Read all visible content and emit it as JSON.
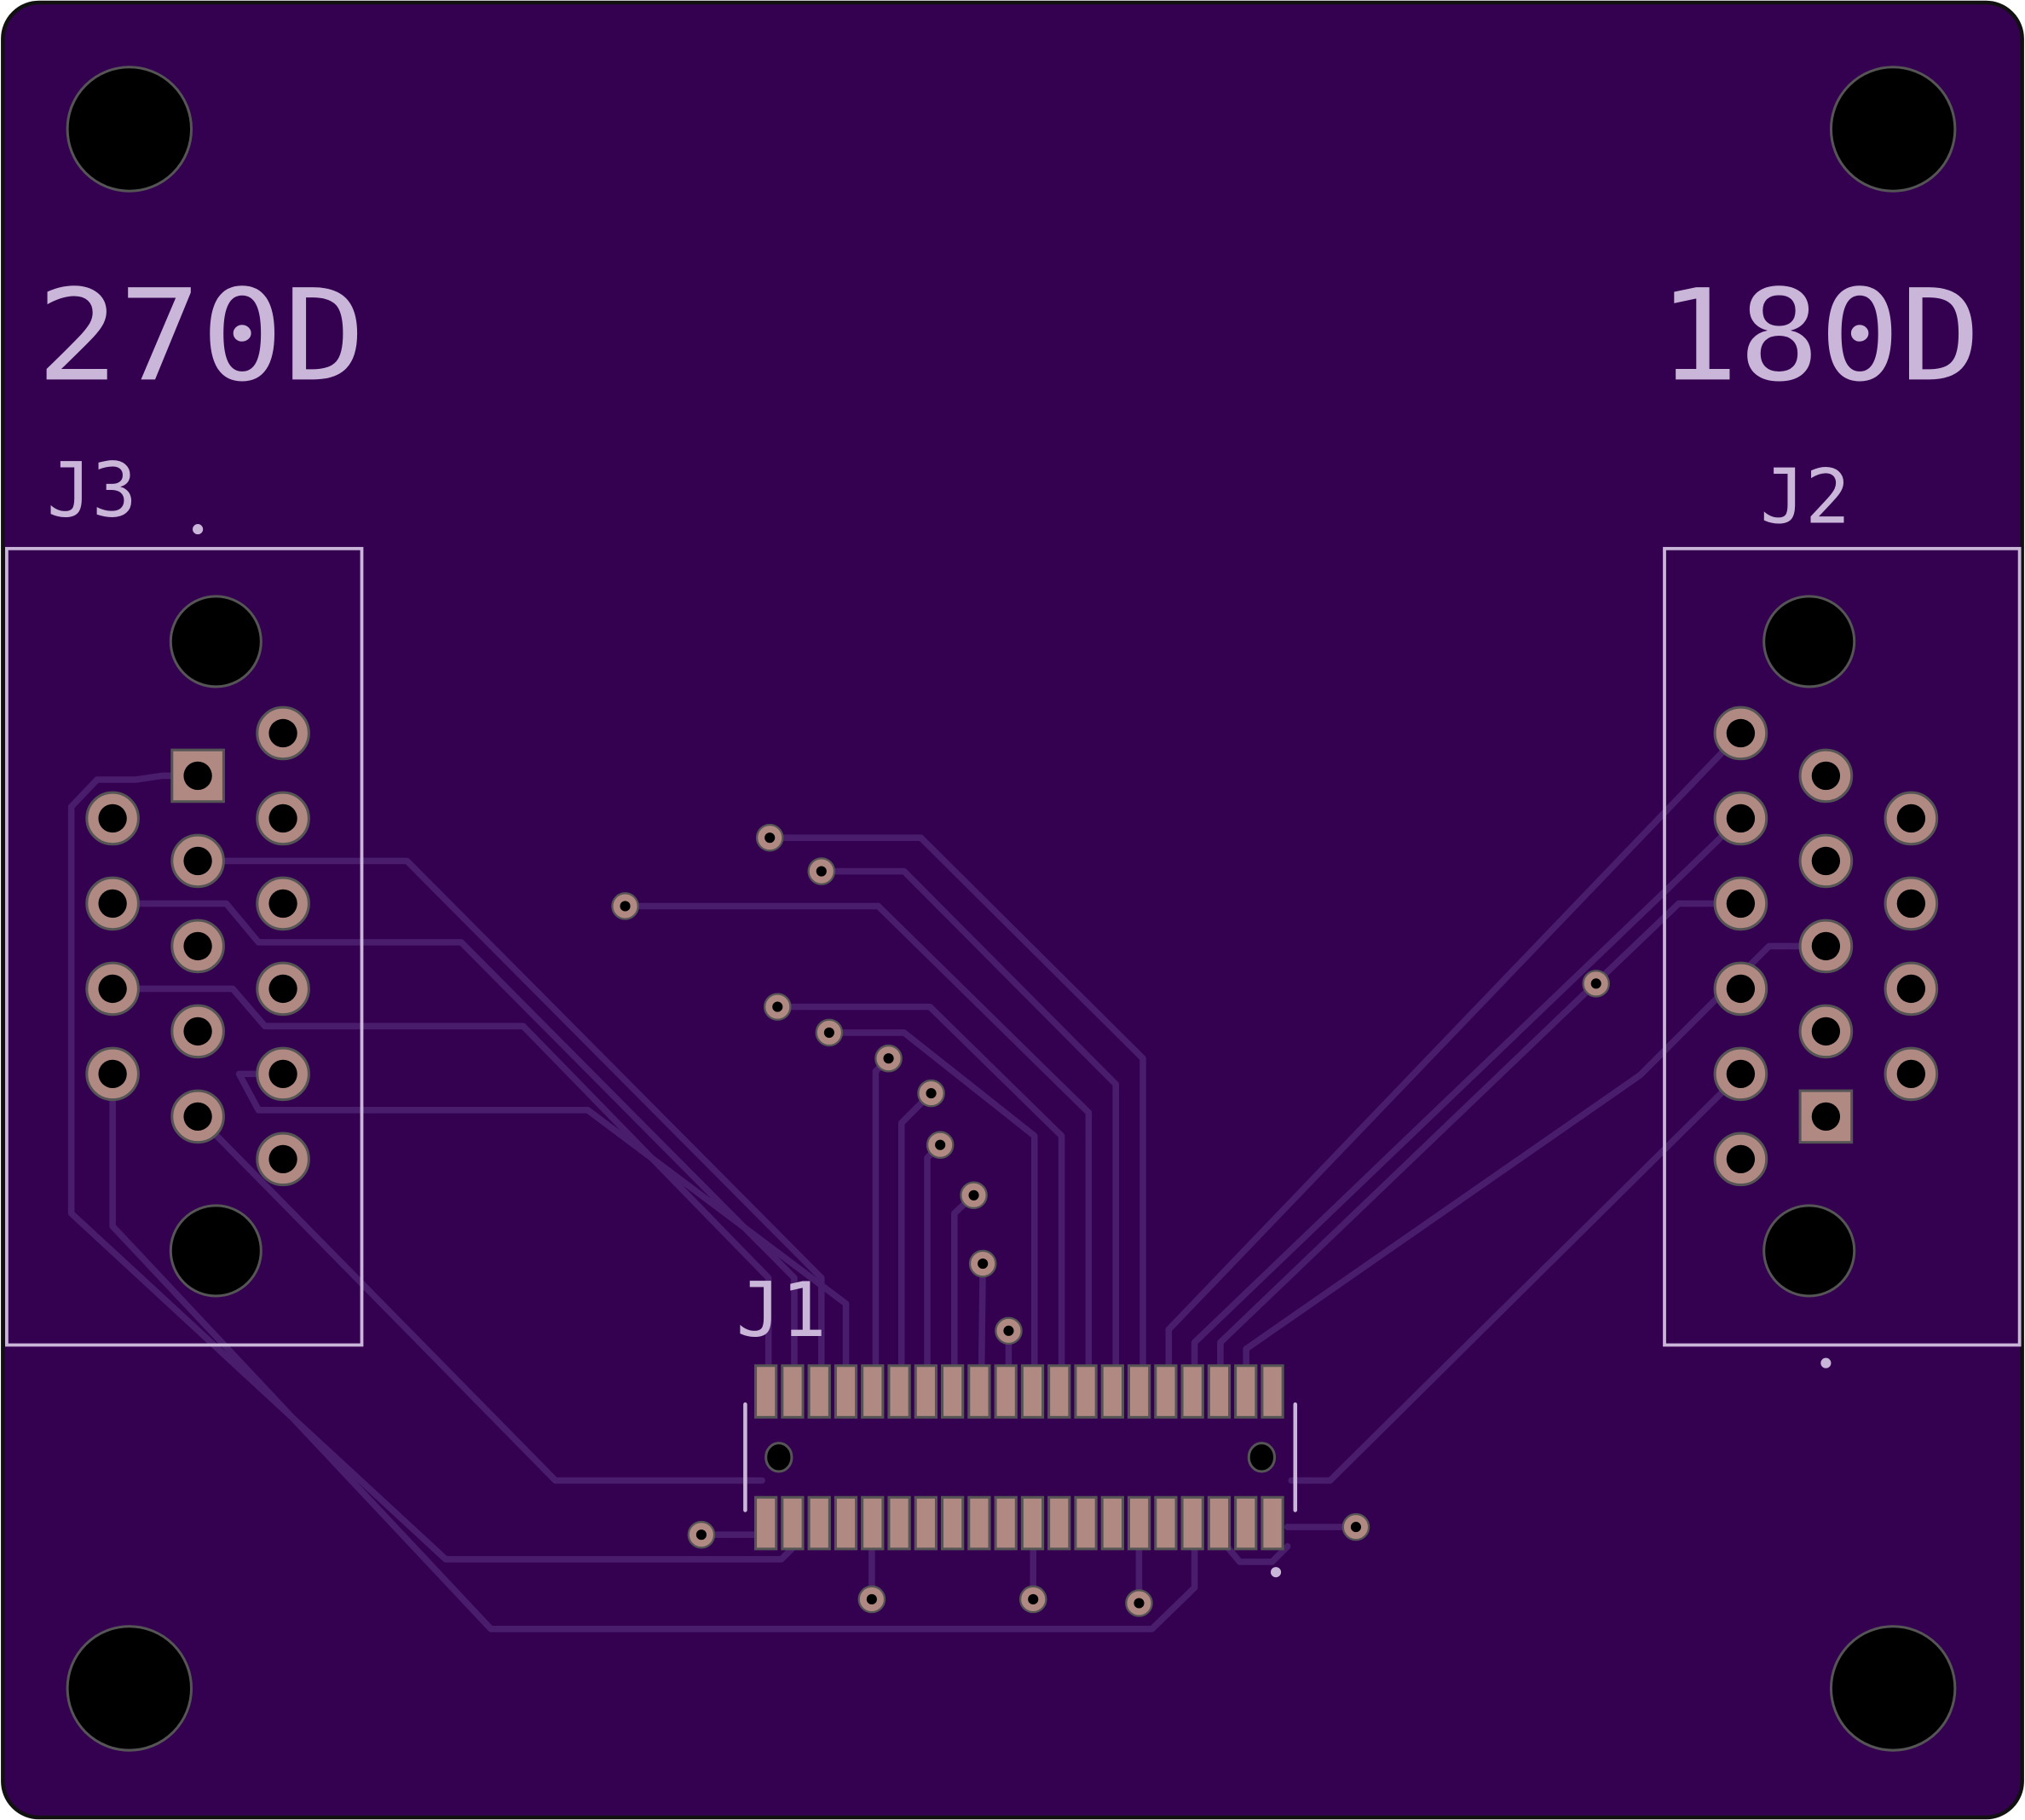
{
  "board": {
    "labels": {
      "rotation_left": "270D",
      "rotation_right": "180D",
      "j3": "J3",
      "j2": "J2",
      "j1": "J1"
    },
    "connector_j1_pins_per_row": 20,
    "colors": {
      "board": "#340050",
      "pad": "#b08a82",
      "pad_outline": "#555555",
      "silkscreen": "#c9b6d9",
      "trace": "#4a1d6c",
      "drill": "#000000"
    }
  }
}
